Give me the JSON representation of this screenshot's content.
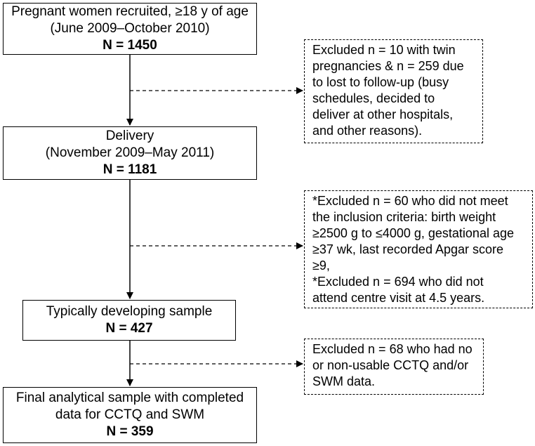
{
  "boxes": {
    "recruited": {
      "lines": [
        "Pregnant women recruited, ≥18 y of age",
        "(June 2009–October 2010)"
      ],
      "n": "N = 1450"
    },
    "delivery": {
      "lines": [
        "Delivery",
        "(November 2009–May 2011)"
      ],
      "n": "N = 1181"
    },
    "typical": {
      "lines": [
        "Typically developing sample"
      ],
      "n": "N = 427"
    },
    "final": {
      "lines": [
        "Final analytical sample with completed",
        "data for CCTQ and SWM"
      ],
      "n": "N = 359"
    }
  },
  "exclusions": {
    "first": [
      "Excluded n = 10 with twin",
      "pregnancies & n = 259 due",
      "to lost to follow-up (busy",
      "schedules, decided to",
      "deliver at other hospitals,",
      "and other reasons)."
    ],
    "second": [
      "*Excluded n = 60 who did not meet",
      "the inclusion criteria: birth weight",
      "≥2500 g to ≤4000 g, gestational age",
      "≥37 wk, last recorded Apgar score",
      "≥9,",
      "*Excluded n = 694 who did not",
      "attend centre visit at 4.5 years."
    ],
    "third": [
      "Excluded n = 68 who had no",
      "or non-usable CCTQ and/or",
      "SWM data."
    ]
  }
}
